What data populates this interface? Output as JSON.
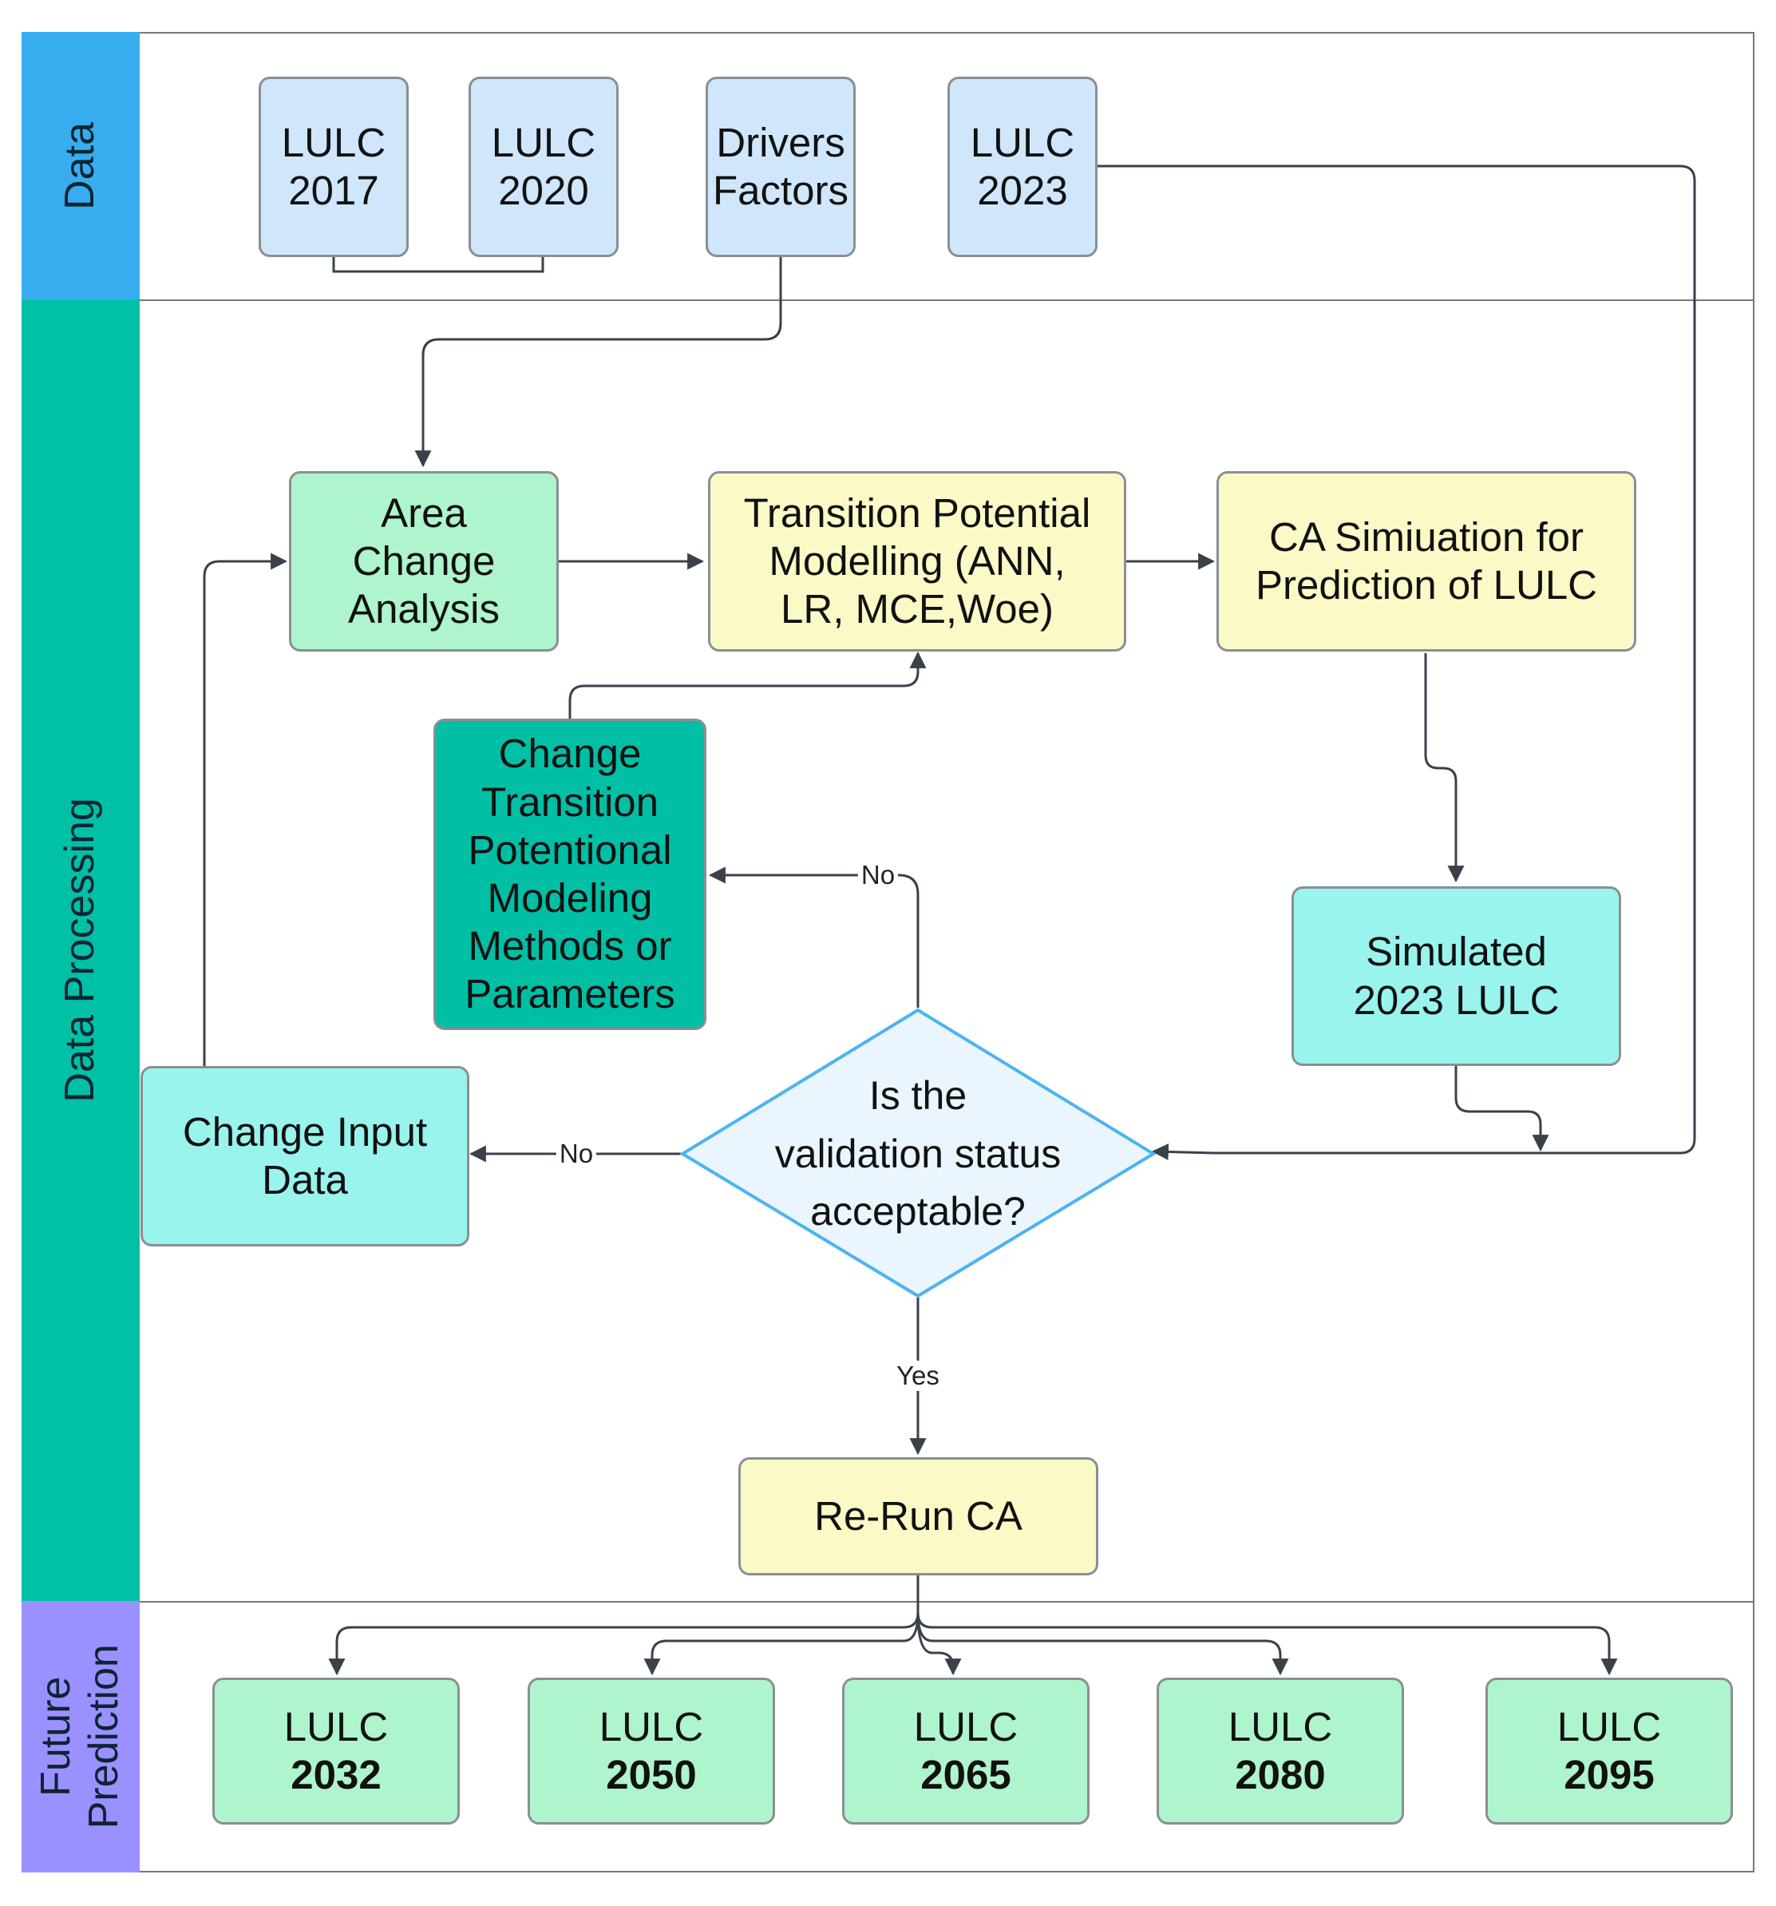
{
  "colors": {
    "data_lane": "#37adf0",
    "processing_lane": "#00c0a6",
    "future_lane": "#9b90ff",
    "blue_box": "#cfe6fb",
    "green_box": "#aef4cc",
    "yellow_box": "#fbf9c6",
    "teal_box": "#00bfa5",
    "cyan_box": "#98f4ec",
    "decision_fill": "#eaf5fe",
    "decision_stroke": "#4db3f2",
    "edge": "#3b4148"
  },
  "lanes": {
    "data": "Data",
    "processing": "Data Processing",
    "future": "Future\nPrediction"
  },
  "nodes": {
    "lulc_2017": {
      "l1": "LULC",
      "l2": "2017"
    },
    "lulc_2020": {
      "l1": "LULC",
      "l2": "2020"
    },
    "drivers": {
      "l1": "Drivers",
      "l2": "Factors"
    },
    "lulc_2023": {
      "l1": "LULC",
      "l2": "2023"
    },
    "area_change": {
      "text": "Area\nChange\nAnalysis"
    },
    "transition": {
      "text": "Transition Potential\nModelling (ANN,\nLR, MCE,Woe)"
    },
    "ca_sim": {
      "text": "CA Simiuation for\nPrediction of LULC"
    },
    "change_tp": {
      "text": "Change\nTransition\nPotentional\nModeling\nMethods or\nParameters"
    },
    "simulated": {
      "text": "Simulated\n2023 LULC"
    },
    "change_input": {
      "text": "Change  Input\nData"
    },
    "decision": {
      "text": "Is the\nvalidation status\nacceptable?"
    },
    "rerun": {
      "text": "Re-Run CA"
    },
    "lulc_2032": {
      "l1": "LULC",
      "l2": "2032"
    },
    "lulc_2050": {
      "l1": "LULC",
      "l2": "2050"
    },
    "lulc_2065": {
      "l1": "LULC",
      "l2": "2065"
    },
    "lulc_2080": {
      "l1": "LULC",
      "l2": "2080"
    },
    "lulc_2095": {
      "l1": "LULC",
      "l2": "2095"
    }
  },
  "edge_labels": {
    "no_top": "No",
    "no_left": "No",
    "yes": "Yes"
  }
}
